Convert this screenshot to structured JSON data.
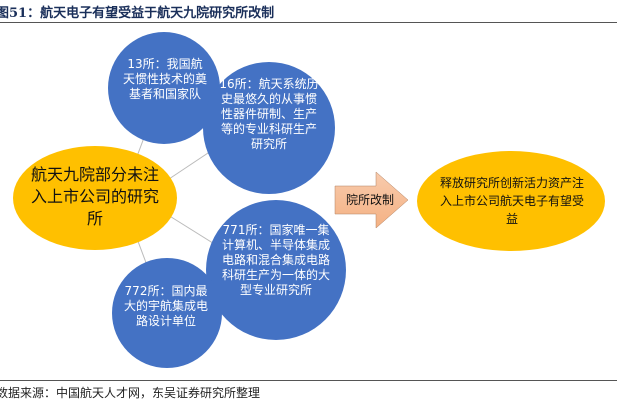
{
  "title": "图51：航天电子有望受益于航天九院研究所改制",
  "source": "数据来源：中国航天人才网，东吴证券研究所整理",
  "nodes": {
    "main": "航天九院部分未注入上市公司的研究所",
    "inst13": "13所：我国航天惯性技术的奠基者和国家队",
    "inst16": "16所：航天系统历史最悠久的从事惯性器件研制、生产等的专业科研生产研究所",
    "inst771": "771所：国家唯一集计算机、半导体集成电路和混合集成电路科研生产为一体的大型专业研究所",
    "inst772": "772所：国内最大的宇航集成电路设计单位"
  },
  "arrow_label": "院所改制",
  "result": "释放研究所创新活力资产注入上市公司航天电子有望受益",
  "colors": {
    "circle": "#4472c4",
    "main": "#ffc000",
    "arrow": "#f4b183",
    "result": "#ffc000"
  }
}
